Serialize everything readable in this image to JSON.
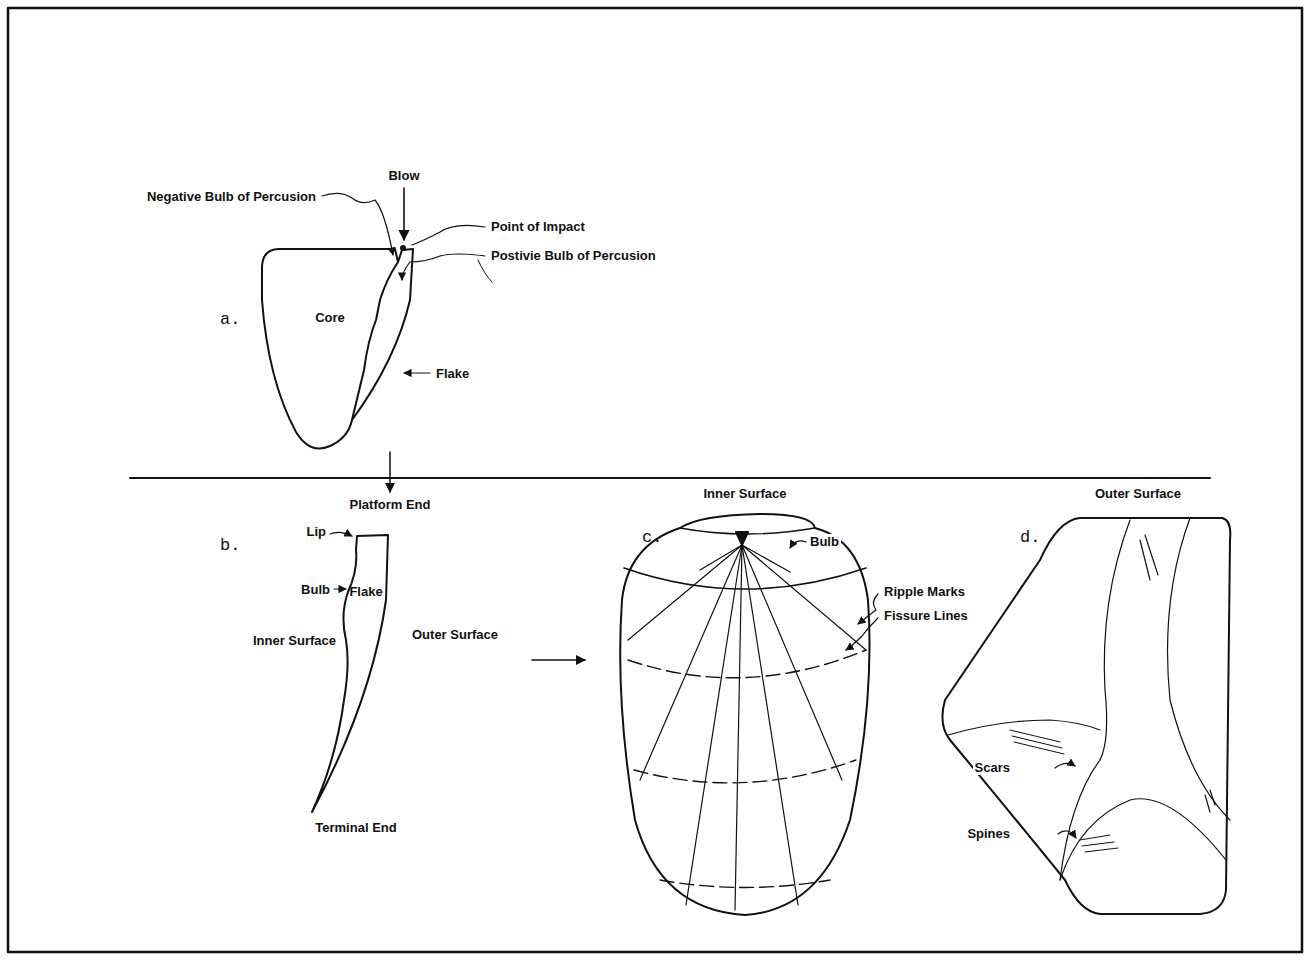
{
  "diagram": {
    "labels": [
      "Blow",
      "Negative Bulb of Percusion",
      "Point of Impact",
      "Postivie Bulb of Percusion",
      "a.",
      "Core",
      "Flake",
      "Platform End",
      "Lip",
      "b.",
      "Bulb",
      "Flake",
      "Inner Surface",
      "Outer Surface",
      "Terminal End",
      "Inner Surface",
      "c.",
      "Bulb",
      "Ripple Marks",
      "Fissure Lines",
      "Outer Surface",
      "d.",
      "Scars",
      "Spines"
    ]
  }
}
